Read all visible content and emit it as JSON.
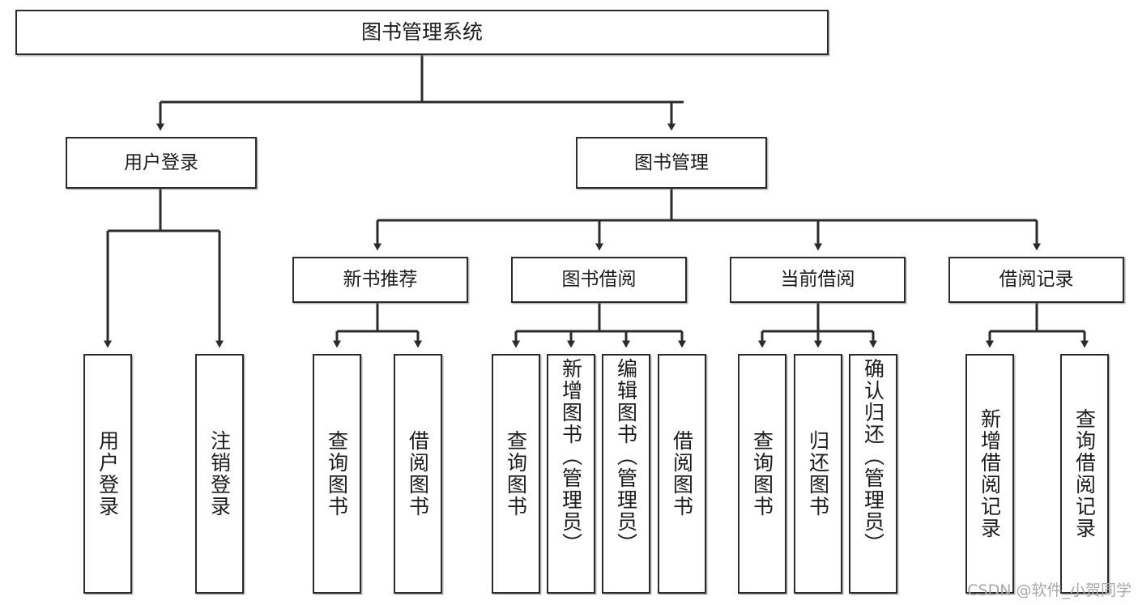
{
  "diagram": {
    "type": "tree-hierarchy-flowchart",
    "title": "图书管理系统",
    "root": {
      "id": "root",
      "label": "图书管理系统"
    },
    "level2": [
      {
        "id": "user-login",
        "label": "用户登录"
      },
      {
        "id": "book-management",
        "label": "图书管理"
      }
    ],
    "level3": [
      {
        "id": "new-book-recommend",
        "label": "新书推荐",
        "parent": "book-management"
      },
      {
        "id": "book-borrow",
        "label": "图书借阅",
        "parent": "book-management"
      },
      {
        "id": "current-borrow",
        "label": "当前借阅",
        "parent": "book-management"
      },
      {
        "id": "borrow-record",
        "label": "借阅记录",
        "parent": "book-management"
      }
    ],
    "leaves": {
      "user_login": [
        {
          "id": "leaf-user-login",
          "label": "用户登录"
        },
        {
          "id": "leaf-user-logout",
          "label": "注销登录"
        }
      ],
      "new_book_recommend": [
        {
          "id": "leaf-query-book-1",
          "label": "查询图书"
        },
        {
          "id": "leaf-borrow-book-1",
          "label": "借阅图书"
        }
      ],
      "book_borrow": [
        {
          "id": "leaf-query-book-2",
          "label": "查询图书"
        },
        {
          "id": "leaf-add-book",
          "label": "新增图书（管理员）"
        },
        {
          "id": "leaf-edit-book",
          "label": "编辑图书（管理员）"
        },
        {
          "id": "leaf-borrow-book-2",
          "label": "借阅图书"
        }
      ],
      "current_borrow": [
        {
          "id": "leaf-query-book-3",
          "label": "查询图书"
        },
        {
          "id": "leaf-return-book",
          "label": "归还图书"
        },
        {
          "id": "leaf-confirm-return",
          "label": "确认归还（管理员）"
        }
      ],
      "borrow_record": [
        {
          "id": "leaf-add-record",
          "label": "新增借阅记录"
        },
        {
          "id": "leaf-query-record",
          "label": "查询借阅记录"
        }
      ]
    },
    "colors": {
      "stroke": "#2b2b2b",
      "fill": "#ffffff",
      "text": "#1c1c1c",
      "watermark": "#a8a8a8"
    }
  },
  "watermark": {
    "text": "CSDN @软件_小贺同学"
  }
}
